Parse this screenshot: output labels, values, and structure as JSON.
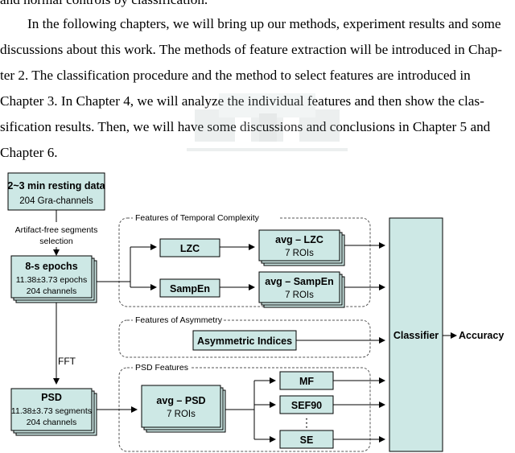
{
  "paragraph": {
    "lines": [
      "and normal controls by classification.",
      "In the following chapters, we will bring up our methods, experiment results and some",
      "discussions about this work. The methods of feature extraction will be introduced in Chap-",
      "ter 2.  The classification procedure and the method to select features are introduced in",
      "Chapter 3.  In Chapter 4, we will analyze the individual features and then show the clas-",
      "sification results.  Then, we will have some discussions and conclusions in Chapter 5 and",
      "Chapter 6."
    ]
  },
  "diagram": {
    "resting_data": {
      "line1": "2~3 min resting data",
      "line2": "204 Gra-channels"
    },
    "artifact_label": {
      "line1": "Artifact-free segments",
      "line2": "selection"
    },
    "epochs": {
      "line1": "8-s epochs",
      "line2": "11.38±3.73 epochs",
      "line3": "204 channels"
    },
    "fft_label": "FFT",
    "psd": {
      "line1": "PSD",
      "line2": "11.38±3.73 segments",
      "line3": "204 channels"
    },
    "group_temporal": "Features of Temporal Complexity",
    "group_asymmetry": "Features of Asymmetry",
    "group_psd": "PSD Features",
    "lzc": "LZC",
    "sampen": "SampEn",
    "avg_lzc": {
      "line1": "avg – LZC",
      "line2": "7 ROIs"
    },
    "avg_sampen": {
      "line1": "avg – SampEn",
      "line2": "7 ROIs"
    },
    "asymmetric": "Asymmetric Indices",
    "avg_psd": {
      "line1": "avg – PSD",
      "line2": "7 ROIs"
    },
    "mf": "MF",
    "sef90": "SEF90",
    "dots": "⋮",
    "se": "SE",
    "classifier": "Classifier",
    "accuracy": "Accuracy"
  },
  "colors": {
    "box_fill": "#cde8e5",
    "border": "#000000",
    "group_border": "#555555"
  }
}
